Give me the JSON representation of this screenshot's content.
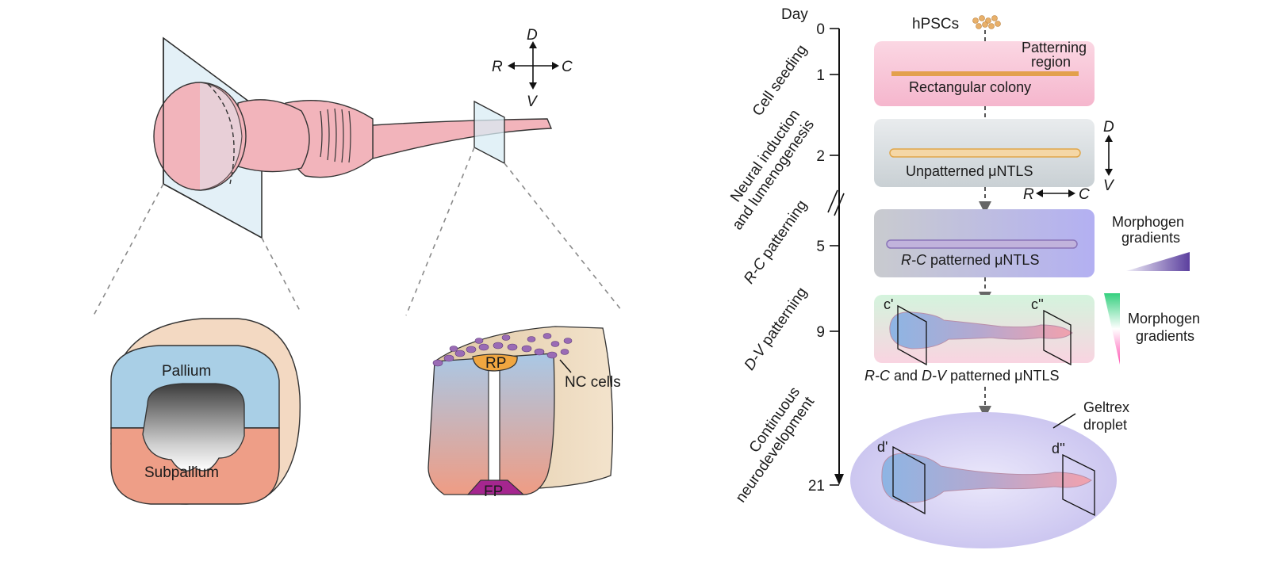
{
  "brain_model": {
    "axes": {
      "dorsal": "D",
      "ventral": "V",
      "rostral": "R",
      "caudal": "C"
    }
  },
  "forebrain_section": {
    "labels": {
      "pallium": "Pallium",
      "subpallium": "Subpallium"
    }
  },
  "spinal_section": {
    "labels": {
      "roof_plate": "RP",
      "floor_plate": "FP",
      "nc_cells": "NC cells"
    }
  },
  "timeline": {
    "header": "Day",
    "ticks": [
      {
        "day": "0"
      },
      {
        "day": "1"
      },
      {
        "day": "2"
      },
      {
        "day": "5"
      },
      {
        "day": "9"
      },
      {
        "day": "21"
      }
    ],
    "stages": [
      {
        "lines": [
          "Cell seeding"
        ]
      },
      {
        "lines": [
          "Neural induction",
          "and lumenogenesis"
        ]
      },
      {
        "lines": [
          "R-C patterning"
        ]
      },
      {
        "lines": [
          "D-V patterning"
        ]
      },
      {
        "lines": [
          "Continuous",
          "neurodevelopment"
        ]
      }
    ]
  },
  "protocol": {
    "source_cells": "hPSCs",
    "patterning_region": [
      "Patterning",
      "region"
    ],
    "steps": [
      {
        "label": "Rectangular colony"
      },
      {
        "label": "Unpatterned μNTLS"
      },
      {
        "label_italic": "R-C",
        "label_rest": " patterned μNTLS"
      },
      {
        "label_parts": [
          {
            "text": "R-C",
            "italic": true
          },
          {
            "text": " and ",
            "italic": false
          },
          {
            "text": "D-V",
            "italic": true
          },
          {
            "text": " patterned μNTLS",
            "italic": false
          }
        ]
      }
    ],
    "axes_right": {
      "dorsal": "D",
      "ventral": "V",
      "rostral": "R",
      "caudal": "C"
    },
    "gradients": [
      {
        "label": [
          "Morphogen",
          "gradients"
        ],
        "colors": [
          "#f0eef8",
          "#5b3f9e"
        ]
      },
      {
        "label": [
          "Morphogen",
          "gradients"
        ],
        "colors": [
          "#35d07f",
          "#ffffff",
          "#ff4fb0"
        ]
      }
    ],
    "section_marks": {
      "c1": "c'",
      "c2": "c''",
      "d1": "d'",
      "d2": "d''"
    },
    "geltrex_label": [
      "Geltrex",
      "droplet"
    ]
  }
}
